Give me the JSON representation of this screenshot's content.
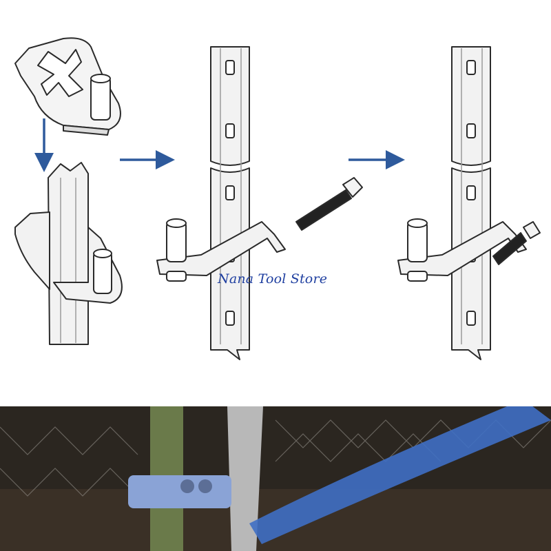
{
  "watermark": {
    "text": "Nana Tool Store"
  },
  "colors": {
    "arrow": "#2e5a9c",
    "line": "#2a2a2a",
    "post_fill": "#f2f2f2",
    "shade": "#d9d9d9",
    "watermark": "#1f3fa0",
    "photo_dark": "#2b2620",
    "photo_pipe": "#3f6fc4",
    "photo_post": "#b8b8b8"
  },
  "icons": [
    "arrow-down-icon",
    "arrow-right-icon",
    "arrow-right-icon"
  ],
  "steps": [
    {
      "id": "clamp-part"
    },
    {
      "id": "clamp-on-post"
    },
    {
      "id": "bolt-insertion"
    },
    {
      "id": "bolt-tightened"
    }
  ]
}
